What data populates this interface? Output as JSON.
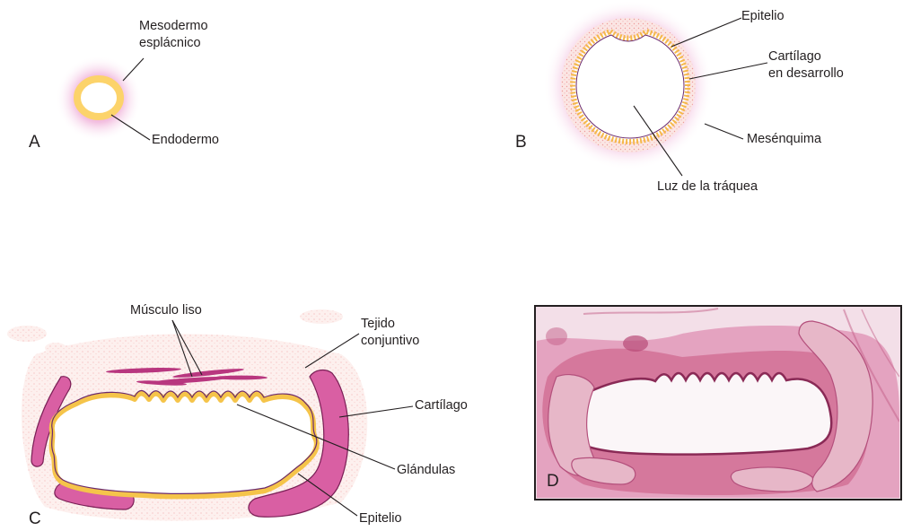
{
  "panels": {
    "a": {
      "letter": "A",
      "labels": {
        "mesodermo": "Mesodermo\nesplácnico",
        "endodermo": "Endodermo"
      }
    },
    "b": {
      "letter": "B",
      "labels": {
        "epitelio": "Epitelio",
        "cartilago": "Cartílago\nen desarrollo",
        "mesenquima": "Mesénquima",
        "luz": "Luz de la tráquea"
      }
    },
    "c": {
      "letter": "C",
      "labels": {
        "musculo": "Músculo liso",
        "tejido": "Tejido\nconjuntivo",
        "cartilago": "Cartílago",
        "glandulas": "Glándulas",
        "epitelio": "Epitelio"
      }
    },
    "d": {
      "letter": "D"
    }
  },
  "colors": {
    "endoderm_ring": "#fcd36a",
    "cartilage": "#d95fa3",
    "cartilage_outline": "#7a1f56",
    "mesenchyme_glow": "#d94ea8",
    "connective_tissue": "#f7d6d6",
    "epithelium_line": "#6b2a6e",
    "micrograph_background": "#f4e0ea",
    "micrograph_tissue": "#c9557e"
  }
}
